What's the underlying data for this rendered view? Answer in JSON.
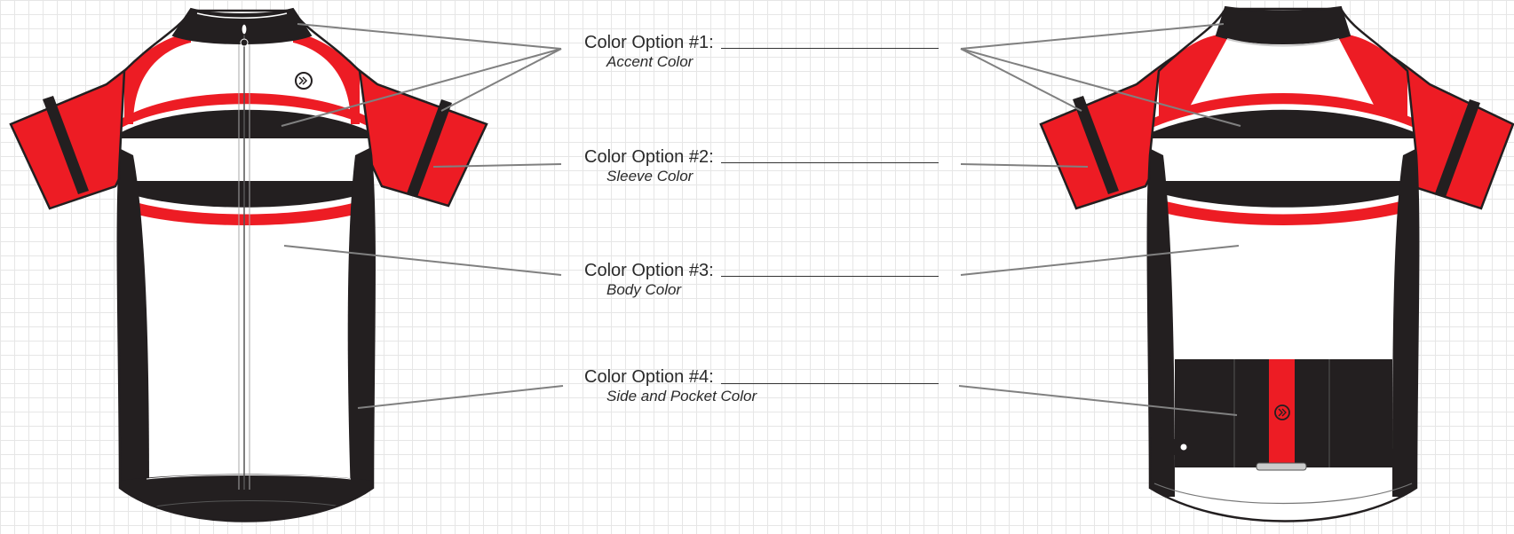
{
  "options": [
    {
      "title": "Color Option #1:",
      "subtitle": "Accent Color"
    },
    {
      "title": "Color Option #2:",
      "subtitle": "Sleeve Color"
    },
    {
      "title": "Color Option #3:",
      "subtitle": "Body Color"
    },
    {
      "title": "Color Option #4:",
      "subtitle": "Side and Pocket Color"
    }
  ],
  "colors": {
    "accent": "#ed1c24",
    "sleeve": "#ed1c24",
    "body": "#ffffff",
    "side_pocket": "#231f20",
    "outline": "#231f20",
    "leader": "#808080"
  },
  "icons": [
    "brand-logo-icon",
    "zipper-pull-icon",
    "reflective-tab-icon"
  ]
}
